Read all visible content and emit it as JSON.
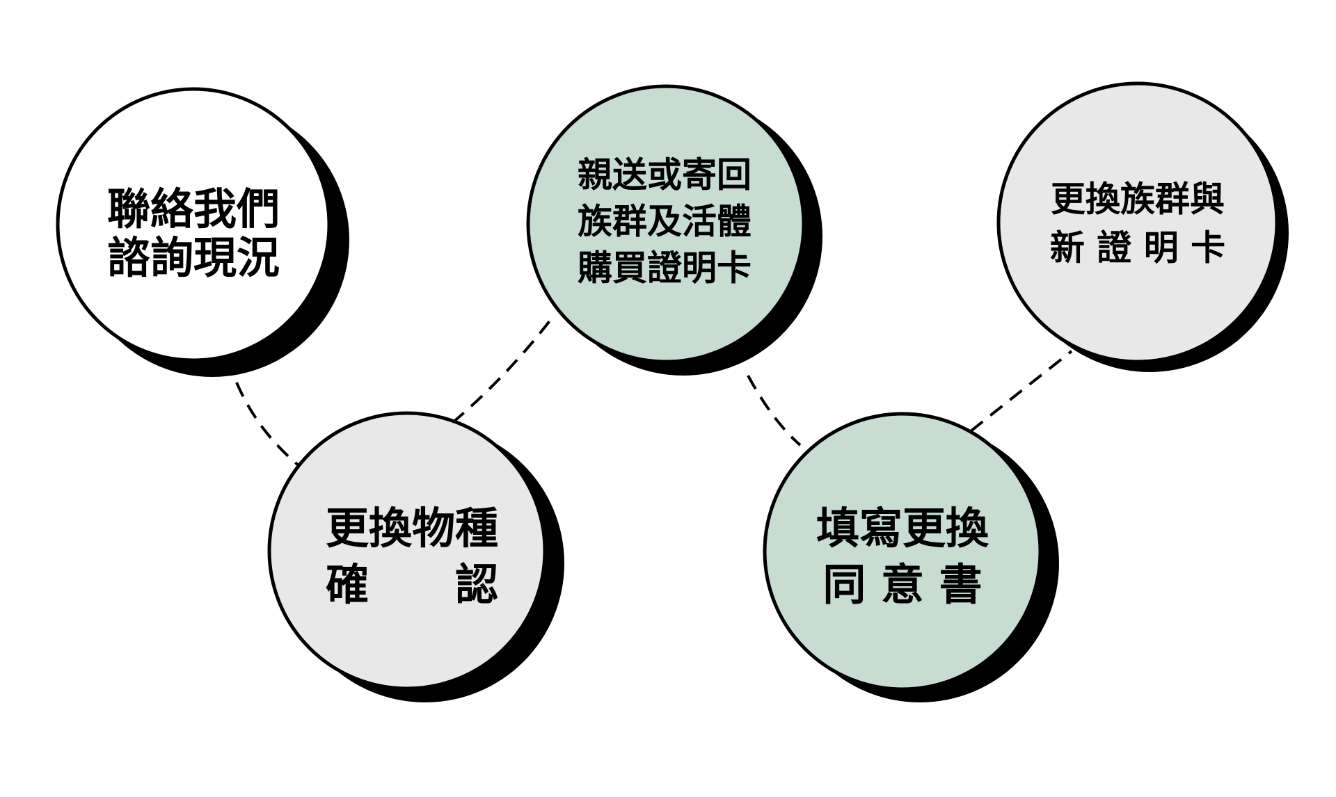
{
  "steps": [
    {
      "id": "contact",
      "lines": [
        "聯絡我們",
        "諮詢現況"
      ],
      "fill": "#ffffff"
    },
    {
      "id": "confirm-species",
      "lines": [
        "更換物種",
        "確　　認"
      ],
      "fill": "#e8e8e8"
    },
    {
      "id": "send-back",
      "lines": [
        "親送或寄回",
        "族群及活體",
        "購買證明卡"
      ],
      "fill": "#c8dcd3"
    },
    {
      "id": "consent-form",
      "lines": [
        "填寫更換",
        "同 意 書"
      ],
      "fill": "#c8dcd3"
    },
    {
      "id": "new-card",
      "lines": [
        "更換族群與",
        "新 證 明 卡"
      ],
      "fill": "#e8e8e8"
    }
  ],
  "colors": {
    "outline": "#000000",
    "shadow": "#000000",
    "connector": "#000000"
  }
}
